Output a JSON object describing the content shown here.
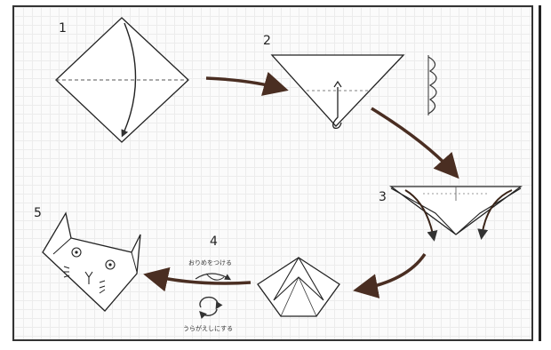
{
  "diagram": {
    "steps": [
      {
        "number": "1"
      },
      {
        "number": "2"
      },
      {
        "number": "3"
      },
      {
        "number": "4",
        "caption_top": "おりめをつける",
        "caption_bottom": "うらがえしにする"
      },
      {
        "number": "5"
      }
    ]
  }
}
